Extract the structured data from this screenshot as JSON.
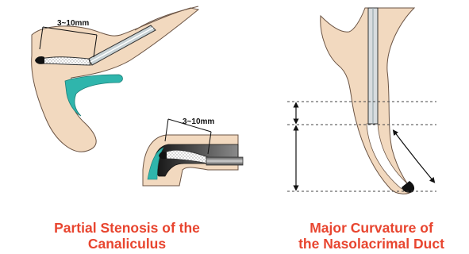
{
  "left_panel": {
    "top_measure_label": "3~10mm",
    "inset_measure_label": "3~10mm",
    "caption_line1": "Partial Stenosis of the",
    "caption_line2": "Canaliculus"
  },
  "right_panel": {
    "caption_line1": "Major Curvature of",
    "caption_line2": "the Nasolacrimal Duct"
  },
  "colors": {
    "tissue": "#f2d9bf",
    "tissue_outline": "#6b5444",
    "mucosa": "#2fb5ac",
    "caption": "#e8452f",
    "probe_light": "#d7dcdf",
    "probe_dark": "#222222"
  }
}
